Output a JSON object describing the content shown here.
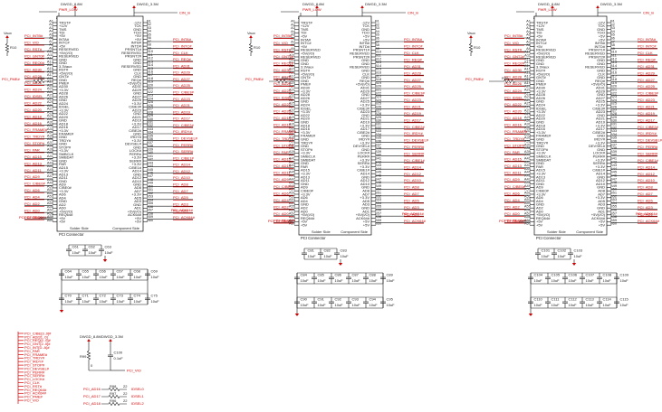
{
  "connectors": [
    {
      "id": "u1",
      "header_left": "DWGD_8.8M",
      "header_right": "DWGD_3.3M",
      "top_net": "PWR_LOW",
      "right_top_label": "CIN_in",
      "bottom_left": "Solder Side",
      "bottom_right": "Component Side",
      "bottom_caption": "PCI Connector",
      "cap_row1": [
        "C61",
        "C62",
        "C63"
      ],
      "cap_row2": [
        "C64",
        "C65",
        "C66",
        "C67",
        "C68",
        "C69"
      ],
      "cap_row3": [
        "C70",
        "C71",
        "C72",
        "C73",
        "C74",
        "C75"
      ],
      "cap_value": "10uF",
      "left_nets": [
        "PCI_INTB#",
        "PCI_VIO",
        "PCI_RST#",
        "PCI_GNT0#",
        "PCI_REQ0#",
        "PCI_AD30",
        "PCI_AD28",
        "PCI_AD26",
        "PCI_AD24",
        "PCI_IDSEL",
        "PCI_AD22",
        "PCI_AD20",
        "PCI_AD18",
        "PCI_AD16",
        "PCI_FRAME#",
        "PCI_TRDY#",
        "PCI_STOP#",
        "PCI_PAR",
        "PCI_AD15",
        "PCI_AD13",
        "PCI_AD11",
        "PCI_AD9",
        "PCI_C/BE0#",
        "PCI_AD6",
        "PCI_AD4",
        "PCI_AD2",
        "PCI_AD0",
        "PCI_REQ64#"
      ],
      "right_nets": [
        "PCI_INTA#",
        "PCI_INTC#",
        "PCI_CLK",
        "PCI_REQ#",
        "PCI_AD31",
        "PCI_AD29",
        "PCI_AD27",
        "PCI_AD25",
        "PCI_C/BE3#",
        "PCI_AD23",
        "PCI_AD21",
        "PCI_AD19",
        "PCI_AD17",
        "PCI_C/BE2#",
        "PCI_IRDY#",
        "PCI_DEVSEL#",
        "PCI_PERR#",
        "PCI_SERR#",
        "PCI_C/BE1#",
        "PCI_AD14",
        "PCI_AD12",
        "PCI_AD10",
        "PCI_AD8",
        "PCI_AD7",
        "PCI_AD5",
        "PCI_AD3",
        "PCI_AD1",
        "PCI_ACK64#"
      ],
      "left_pins": [
        "TRST#",
        "+12V",
        "TMS",
        "TDI",
        "+5V",
        "INTA#",
        "INTC#",
        "+5V",
        "RESERVED",
        "+5V(I/O)",
        "RESERVED",
        "GND",
        "GND",
        "3.3Vaux",
        "RST#",
        "+5V(I/O)",
        "GNT#",
        "GND",
        "PME#",
        "AD30",
        "+3.3V",
        "AD28",
        "AD26",
        "GND",
        "AD24",
        "IDSEL",
        "+3.3V",
        "AD22",
        "AD20",
        "GND",
        "AD18",
        "AD16",
        "+3.3V",
        "FRAME#",
        "GND",
        "TRDY#",
        "GND",
        "STOP#",
        "+3.3V",
        "SMBCLK",
        "SMBDAT",
        "GND",
        "PAR",
        "AD15",
        "+3.3V",
        "AD13",
        "AD11",
        "GND",
        "AD9",
        "C/BE0#",
        "+3.3V",
        "AD6",
        "AD4",
        "GND",
        "AD2",
        "AD0",
        "+5V(I/O)",
        "REQ64#",
        "+5V",
        "+5V"
      ],
      "right_pins": [
        "-12V",
        "TCK",
        "GND",
        "TDO",
        "+5V",
        "+5V",
        "INTB#",
        "INTD#",
        "PRSNT1#",
        "RESERVED",
        "PRSNT2#",
        "GND",
        "GND",
        "RESERVED",
        "GND",
        "CLK",
        "GND",
        "REQ#",
        "+5V(I/O)",
        "AD31",
        "AD29",
        "GND",
        "AD27",
        "AD25",
        "+3.3V",
        "C/BE3#",
        "AD23",
        "GND",
        "AD21",
        "AD19",
        "+3.3V",
        "AD17",
        "C/BE2#",
        "GND",
        "IRDY#",
        "+3.3V",
        "DEVSEL#",
        "GND",
        "LOCK#",
        "PERR#",
        "+3.3V",
        "SERR#",
        "+3.3V",
        "C/BE1#",
        "AD14",
        "GND",
        "AD12",
        "AD10",
        "GND",
        "AD8",
        "AD7",
        "+3.3V",
        "AD5",
        "AD3",
        "GND",
        "AD1",
        "+5V(I/O)",
        "ACK64#",
        "+5V",
        "+5V"
      ]
    },
    {
      "id": "u2",
      "header_left": "DWGD_8.8M",
      "header_right": "DWGD_3.3M",
      "top_net": "PWR_LOW",
      "right_top_label": "CIN_in",
      "bottom_left": "Solder Side",
      "bottom_right": "Component Side",
      "bottom_caption": "PCI Connector",
      "cap_row1": [
        "C81",
        "C82",
        "C83"
      ],
      "cap_row2": [
        "C84",
        "C85",
        "C86",
        "C87",
        "C88",
        "C89"
      ],
      "cap_row3": [
        "C90",
        "C91",
        "C92",
        "C93",
        "C94",
        "C95"
      ],
      "cap_value": "10uF",
      "left_nets": [
        "PCI_INTB#",
        "PCI_VIO",
        "PCI_RST#",
        "PCI_GNT1#",
        "PCI_REQ1#",
        "PCI_AD30",
        "PCI_AD28",
        "PCI_AD26",
        "PCI_AD24",
        "PCI_IDSEL",
        "PCI_AD22",
        "PCI_AD20",
        "PCI_AD18",
        "PCI_AD16",
        "PCI_FRAME#",
        "PCI_TRDY#",
        "PCI_STOP#",
        "PCI_PAR",
        "PCI_AD15",
        "PCI_AD13",
        "PCI_AD11",
        "PCI_AD9",
        "PCI_C/BE0#",
        "PCI_AD6",
        "PCI_AD4",
        "PCI_AD2",
        "PCI_AD0",
        "PCI_REQ64#"
      ],
      "right_nets": [
        "PCI_INTA#",
        "PCI_INTC#",
        "PCI_CLK",
        "PCI_REQ#",
        "PCI_AD31",
        "PCI_AD29",
        "PCI_AD27",
        "PCI_AD25",
        "PCI_C/BE3#",
        "PCI_AD23",
        "PCI_AD21",
        "PCI_AD19",
        "PCI_AD17",
        "PCI_C/BE2#",
        "PCI_IRDY#",
        "PCI_DEVSEL#",
        "PCI_PERR#",
        "PCI_SERR#",
        "PCI_C/BE1#",
        "PCI_AD14",
        "PCI_AD12",
        "PCI_AD10",
        "PCI_AD8",
        "PCI_AD7",
        "PCI_AD5",
        "PCI_AD3",
        "PCI_AD1",
        "PCI_ACK64#"
      ],
      "left_pins": [
        "TRST#",
        "+12V",
        "TMS",
        "TDI",
        "+5V",
        "INTA#",
        "INTC#",
        "+5V",
        "RESERVED",
        "+5V(I/O)",
        "RESERVED",
        "GND",
        "GND",
        "3.3Vaux",
        "RST#",
        "+5V(I/O)",
        "GNT#",
        "GND",
        "PME#",
        "AD30",
        "+3.3V",
        "AD28",
        "AD26",
        "GND",
        "AD24",
        "IDSEL",
        "+3.3V",
        "AD22",
        "AD20",
        "GND",
        "AD18",
        "AD16",
        "+3.3V",
        "FRAME#",
        "GND",
        "TRDY#",
        "GND",
        "STOP#",
        "+3.3V",
        "SMBCLK",
        "SMBDAT",
        "GND",
        "PAR",
        "AD15",
        "+3.3V",
        "AD13",
        "AD11",
        "GND",
        "AD9",
        "C/BE0#",
        "+3.3V",
        "AD6",
        "AD4",
        "GND",
        "AD2",
        "AD0",
        "+5V(I/O)",
        "REQ64#",
        "+5V",
        "+5V"
      ],
      "right_pins": [
        "-12V",
        "TCK",
        "GND",
        "TDO",
        "+5V",
        "+5V",
        "INTB#",
        "INTD#",
        "PRSNT1#",
        "RESERVED",
        "PRSNT2#",
        "GND",
        "GND",
        "RESERVED",
        "GND",
        "CLK",
        "GND",
        "REQ#",
        "+5V(I/O)",
        "AD31",
        "AD29",
        "GND",
        "AD27",
        "AD25",
        "+3.3V",
        "C/BE3#",
        "AD23",
        "GND",
        "AD21",
        "AD19",
        "+3.3V",
        "AD17",
        "C/BE2#",
        "GND",
        "IRDY#",
        "+3.3V",
        "DEVSEL#",
        "GND",
        "LOCK#",
        "PERR#",
        "+3.3V",
        "SERR#",
        "+3.3V",
        "C/BE1#",
        "AD14",
        "GND",
        "AD12",
        "AD10",
        "GND",
        "AD8",
        "AD7",
        "+3.3V",
        "AD5",
        "AD3",
        "GND",
        "AD1",
        "+5V(I/O)",
        "ACK64#",
        "+5V",
        "+5V"
      ]
    },
    {
      "id": "u3",
      "header_left": "DWGD_8.8M",
      "header_right": "DWGD_3.3M",
      "top_net": "PWR_LOW",
      "right_top_label": "CIN_in",
      "bottom_left": "Solder Side",
      "bottom_right": "Component Side",
      "bottom_caption": "PCI Connector",
      "cap_row1": [
        "C101",
        "C102",
        "C103"
      ],
      "cap_row2": [
        "C104",
        "C105",
        "C106",
        "C107",
        "C108",
        "C109"
      ],
      "cap_row3": [
        "C110",
        "C111",
        "C112",
        "C113",
        "C114",
        "C115"
      ],
      "cap_value": "10uF",
      "left_nets": [
        "PCI_INTB#",
        "PCI_VIO",
        "PCI_RST#",
        "PCI_GNT2#",
        "PCI_REQ2#",
        "PCI_AD30",
        "PCI_AD28",
        "PCI_AD26",
        "PCI_AD24",
        "PCI_IDSEL",
        "PCI_AD22",
        "PCI_AD20",
        "PCI_AD18",
        "PCI_AD16",
        "PCI_FRAME#",
        "PCI_TRDY#",
        "PCI_STOP#",
        "PCI_PAR",
        "PCI_AD15",
        "PCI_AD13",
        "PCI_AD11",
        "PCI_AD9",
        "PCI_C/BE0#",
        "PCI_AD6",
        "PCI_AD4",
        "PCI_AD2",
        "PCI_AD0",
        "PCI_REQ64#"
      ],
      "right_nets": [
        "PCI_INTA#",
        "PCI_INTC#",
        "PCI_CLK",
        "PCI_REQ#",
        "PCI_AD31",
        "PCI_AD29",
        "PCI_AD27",
        "PCI_AD25",
        "PCI_C/BE3#",
        "PCI_AD23",
        "PCI_AD21",
        "PCI_AD19",
        "PCI_AD17",
        "PCI_C/BE2#",
        "PCI_IRDY#",
        "PCI_DEVSEL#",
        "PCI_PERR#",
        "PCI_SERR#",
        "PCI_C/BE1#",
        "PCI_AD14",
        "PCI_AD12",
        "PCI_AD10",
        "PCI_AD8",
        "PCI_AD7",
        "PCI_AD5",
        "PCI_AD3",
        "PCI_AD1",
        "PCI_ACK64#"
      ],
      "left_pins": [
        "TRST#",
        "+12V",
        "TMS",
        "TDI",
        "+5V",
        "INTA#",
        "INTC#",
        "+5V",
        "RESERVED",
        "+5V(I/O)",
        "RESERVED",
        "GND",
        "GND",
        "3.3Vaux",
        "RST#",
        "+5V(I/O)",
        "GNT#",
        "GND",
        "PME#",
        "AD30",
        "+3.3V",
        "AD28",
        "AD26",
        "GND",
        "AD24",
        "IDSEL",
        "+3.3V",
        "AD22",
        "AD20",
        "GND",
        "AD18",
        "AD16",
        "+3.3V",
        "FRAME#",
        "GND",
        "TRDY#",
        "GND",
        "STOP#",
        "+3.3V",
        "SMBCLK",
        "SMBDAT",
        "GND",
        "PAR",
        "AD15",
        "+3.3V",
        "AD13",
        "AD11",
        "GND",
        "AD9",
        "C/BE0#",
        "+3.3V",
        "AD6",
        "AD4",
        "GND",
        "AD2",
        "AD0",
        "+5V(I/O)",
        "REQ64#",
        "+5V",
        "+5V"
      ],
      "right_pins": [
        "-12V",
        "TCK",
        "GND",
        "TDO",
        "+5V",
        "+5V",
        "INTB#",
        "INTD#",
        "PRSNT1#",
        "RESERVED",
        "PRSNT2#",
        "GND",
        "GND",
        "RESERVED",
        "GND",
        "CLK",
        "GND",
        "REQ#",
        "+5V(I/O)",
        "AD31",
        "AD29",
        "GND",
        "AD27",
        "AD25",
        "+3.3V",
        "C/BE3#",
        "AD23",
        "GND",
        "AD21",
        "AD19",
        "+3.3V",
        "AD17",
        "C/BE2#",
        "GND",
        "IRDY#",
        "+3.3V",
        "DEVSEL#",
        "GND",
        "LOCK#",
        "PERR#",
        "+3.3V",
        "SERR#",
        "+3.3V",
        "C/BE1#",
        "AD14",
        "GND",
        "AD12",
        "AD10",
        "GND",
        "AD8",
        "AD7",
        "+3.3V",
        "AD5",
        "AD3",
        "GND",
        "AD1",
        "+5V(I/O)",
        "ACK64#",
        "+5V",
        "+5V"
      ]
    }
  ],
  "side_labels": {
    "vaux": "Vaux",
    "r_label": "R10",
    "pme": "PCI_PME#",
    "idsel_res": "R20"
  },
  "bottom_left_nets": [
    "PCI_C/BE[3..0]#",
    "PCI_AD[31..0]",
    "PCI_REQ[2..0]#",
    "PCI_GNT[2..0]#",
    "PCI_INT[D..A]#",
    "PCI_PAR",
    "PCI_FRAME#",
    "PCI_TRDY#",
    "PCI_IRDY#",
    "PCI_STOP#",
    "PCI_DEVSEL#",
    "PCI_PERR#",
    "PCI_SERR#",
    "PCI_LOCK#",
    "PCI_CLK",
    "PCI_RST#",
    "PCI_REQ64#",
    "PCI_ACK64#",
    "PCI_PME#",
    "PCI_VIO"
  ],
  "bottom_block": {
    "header_left": "DWGD_8.8M",
    "header_right": "DWGD_3.3M",
    "r_label": "R99",
    "r_value": "0",
    "c_label": "C100",
    "c_value": "0.1uF",
    "vio_net": "PCI_VIO",
    "series": [
      {
        "left": "PCI_AD16",
        "res": "R98",
        "val": "22",
        "right": "IDSEL0"
      },
      {
        "left": "PCI_AD17",
        "res": "R97",
        "val": "22",
        "right": "IDSEL1"
      },
      {
        "left": "PCI_AD18",
        "res": "R96",
        "val": "22",
        "right": "IDSEL2"
      }
    ]
  }
}
